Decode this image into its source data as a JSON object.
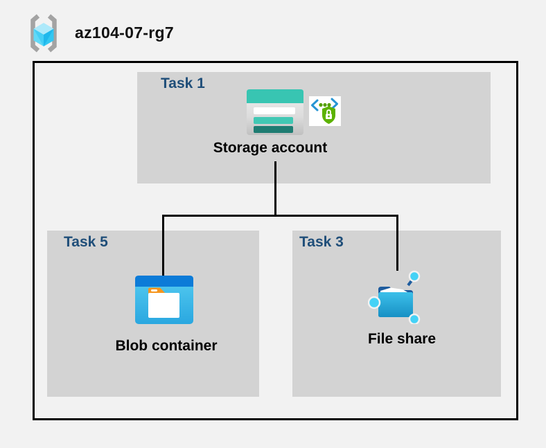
{
  "header": {
    "title": "az104-07-rg7",
    "icon": "resource-group-icon"
  },
  "colors": {
    "background": "#f2f2f2",
    "task_box_fill": "#d3d3d3",
    "task_label_blue": "#1f4e79",
    "frame_border": "#000000",
    "connector": "#000000",
    "storage_teal": "#38c5b2",
    "storage_dark_teal": "#1e7c72",
    "blob_titlebar_blue": "#0c7bd8",
    "blob_body_blue": "#2cabe2",
    "folder_tab_orange": "#f6951d",
    "file_share_navy": "#1e5c9e",
    "file_share_cyan": "#45d2f6",
    "sas_green": "#5cb200",
    "sas_blue": "#2795d3",
    "cube_blue": "#62d9f7"
  },
  "diagram": {
    "task1": {
      "label": "Task 1",
      "item_label": "Storage account",
      "icons": [
        "storage-account-icon",
        "shared-access-signature-icon"
      ]
    },
    "task5": {
      "label": "Task 5",
      "item_label": "Blob container",
      "icons": [
        "blob-container-icon"
      ]
    },
    "task3": {
      "label": "Task 3",
      "item_label": "File share",
      "icons": [
        "file-share-icon"
      ]
    },
    "connections": [
      "storage-account to blob-container",
      "storage-account to file-share"
    ]
  }
}
